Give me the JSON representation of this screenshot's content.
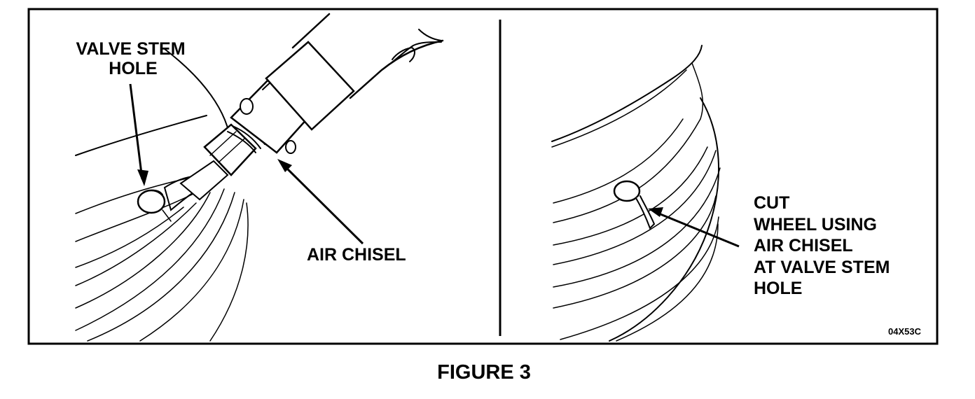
{
  "panels": [
    {
      "labels": {
        "valve_stem_hole": [
          "VALVE STEM",
          "HOLE"
        ],
        "air_chisel": "AIR CHISEL"
      }
    },
    {
      "labels": {
        "instruction": [
          "CUT",
          "WHEEL USING",
          "AIR CHISEL",
          "AT VALVE STEM",
          "HOLE"
        ]
      },
      "figure_code": "04X53C"
    }
  ],
  "caption": "FIGURE 3",
  "colors": {
    "ink": "#000000",
    "paper": "#ffffff"
  }
}
